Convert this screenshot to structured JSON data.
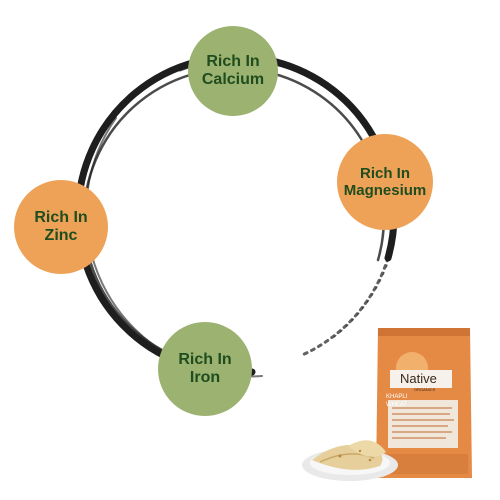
{
  "benefits": [
    {
      "line1": "Rich In",
      "line2": "Calcium",
      "color": "#9bb270"
    },
    {
      "line1": "Rich In",
      "line2": "Magnesium",
      "color": "#eea257"
    },
    {
      "line1": "Rich In",
      "line2": "Zinc",
      "color": "#eea257"
    },
    {
      "line1": "Rich In",
      "line2": "Iron",
      "color": "#9bb270"
    }
  ],
  "product": {
    "brand": "Native",
    "brand_sub": "ORGANICS",
    "label_line1": "KHAPLI",
    "label_line2": "WHEAT",
    "pouch_color": "#e58a45",
    "icon_names": [
      "pouch-image",
      "roti-plate-image"
    ]
  },
  "colors": {
    "text_green": "#1f4d1f",
    "ring": "#1e1e1e"
  }
}
